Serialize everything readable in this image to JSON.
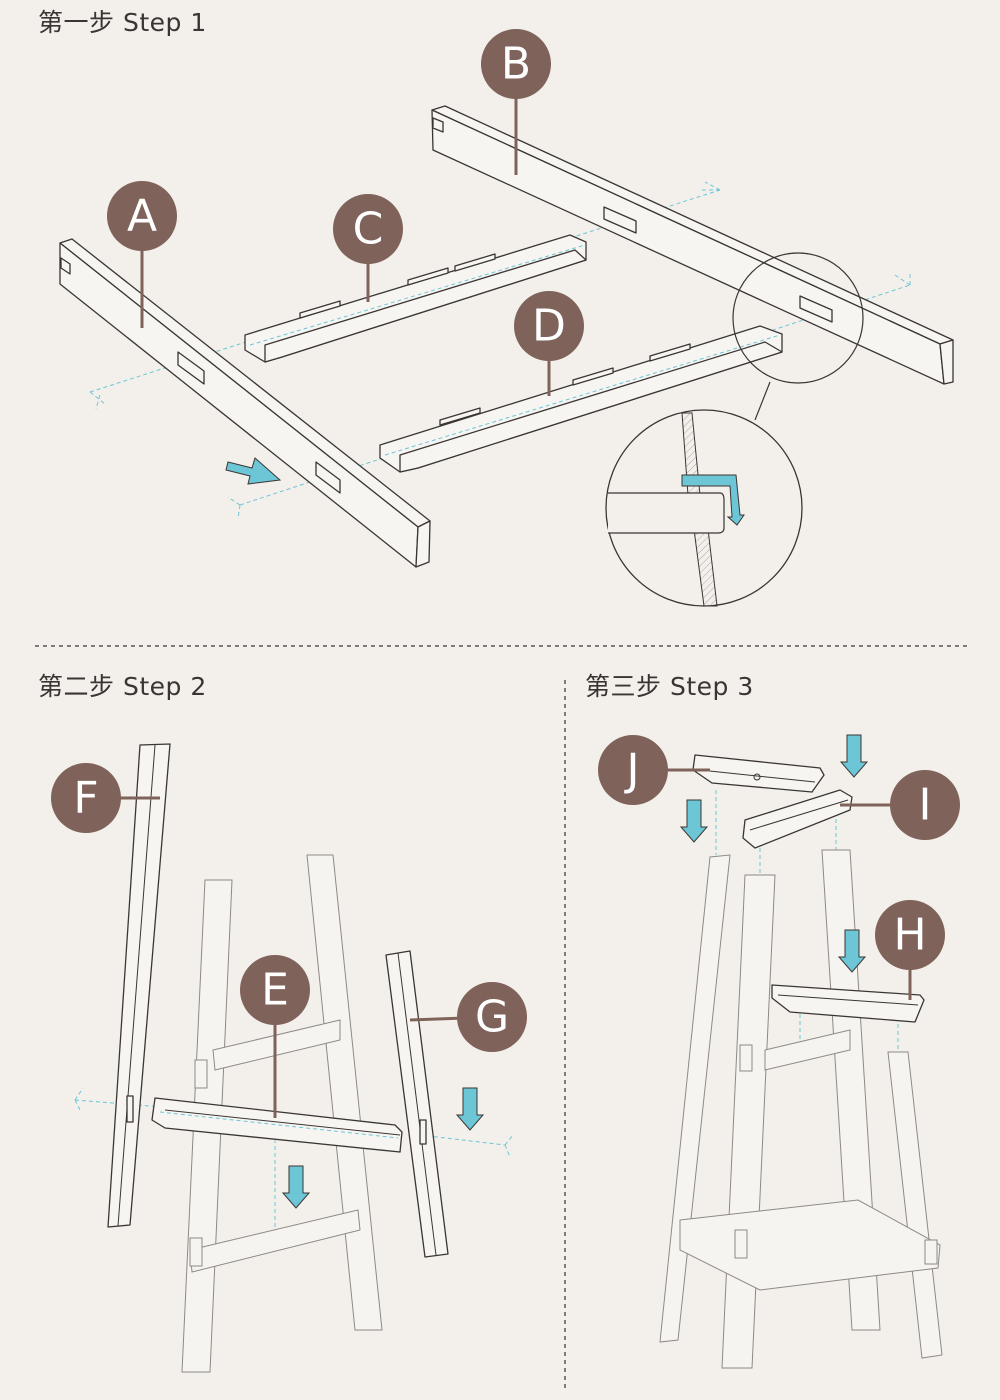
{
  "steps": [
    {
      "title": "第一步 Step 1"
    },
    {
      "title": "第二步 Step 2"
    },
    {
      "title": "第三步 Step 3"
    }
  ],
  "parts": {
    "A": "A",
    "B": "B",
    "C": "C",
    "D": "D",
    "E": "E",
    "F": "F",
    "G": "G",
    "H": "H",
    "I": "I",
    "J": "J"
  },
  "colors": {
    "background": "#f3f0eb",
    "label": "#7f625a",
    "arrow": "#6cc6d6",
    "line": "#3b3533"
  }
}
